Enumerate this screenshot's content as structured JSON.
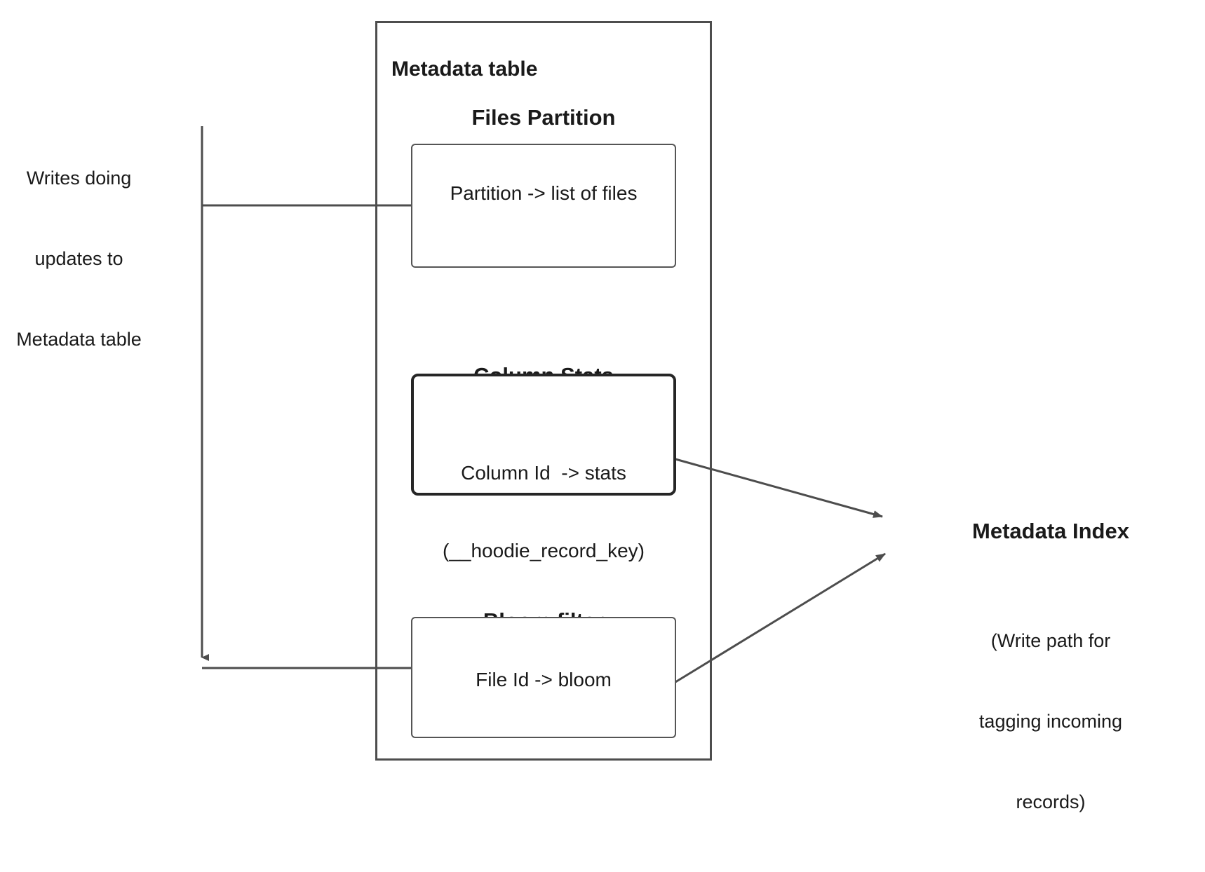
{
  "diagram": {
    "title": "Metadata table",
    "outer_container_label": "Metadata table",
    "left_note": "Writes doing\nupdates to\nMetadata table",
    "sections": [
      {
        "id": "files",
        "heading": "Files Partition",
        "box_text": "Partition -> list of files"
      },
      {
        "id": "column-stats",
        "heading": "Column Stats\nPartition",
        "box_text": "Column Id  -> stats\n(__hoodie_record_key)"
      },
      {
        "id": "bloom-filter",
        "heading": "Bloom filter\npartition",
        "box_text": "File Id -> bloom"
      }
    ],
    "right_label": {
      "title": "Metadata Index",
      "subtitle": "(Write path for\ntagging incoming\nrecords)"
    },
    "colors": {
      "stroke": "#4d4d4d",
      "stroke_dark": "#262626",
      "text": "#1a1a1a",
      "background": "#ffffff",
      "arrow_fill": "#4d4d4d"
    }
  }
}
